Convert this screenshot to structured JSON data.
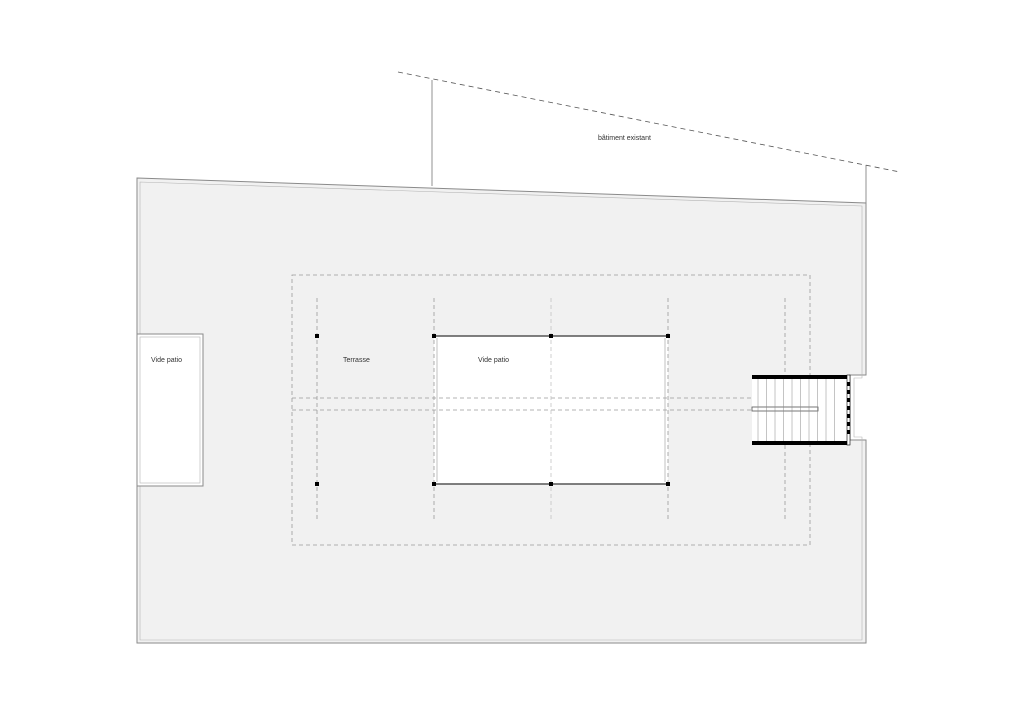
{
  "plan": {
    "labels": {
      "existing_building": "bâtiment existant",
      "void_patio_left": "Vide patio",
      "terrace": "Terrasse",
      "void_patio_center": "Vide patio"
    },
    "colors": {
      "floor_fill": "#f1f1f1",
      "outline": "#8a8a8a",
      "dashed": "#9a9a9a",
      "column": "#000000"
    },
    "stair_treads": 10
  }
}
